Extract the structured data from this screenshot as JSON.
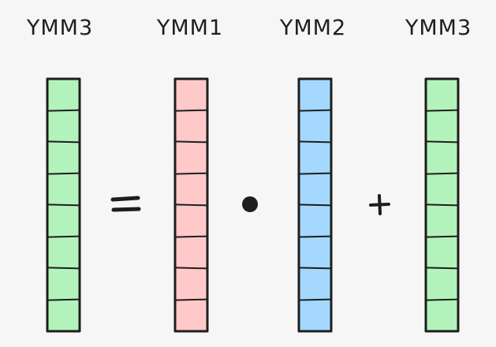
{
  "registers": [
    {
      "label": "YMM3",
      "role": "result",
      "fill": "#b2f2bb",
      "lanes": 8
    },
    {
      "label": "YMM1",
      "role": "operand",
      "fill": "#ffc9c9",
      "lanes": 8
    },
    {
      "label": "YMM2",
      "role": "operand",
      "fill": "#a5d8ff",
      "lanes": 8
    },
    {
      "label": "YMM3",
      "role": "operand",
      "fill": "#b2f2bb",
      "lanes": 8
    }
  ],
  "operators": [
    {
      "symbol": "=",
      "name": "equals-sign"
    },
    {
      "symbol": "•",
      "name": "multiply-dot"
    },
    {
      "symbol": "+",
      "name": "plus-sign"
    }
  ],
  "colors": {
    "ink": "#1e1e1e",
    "background": "#f6f6f6"
  }
}
